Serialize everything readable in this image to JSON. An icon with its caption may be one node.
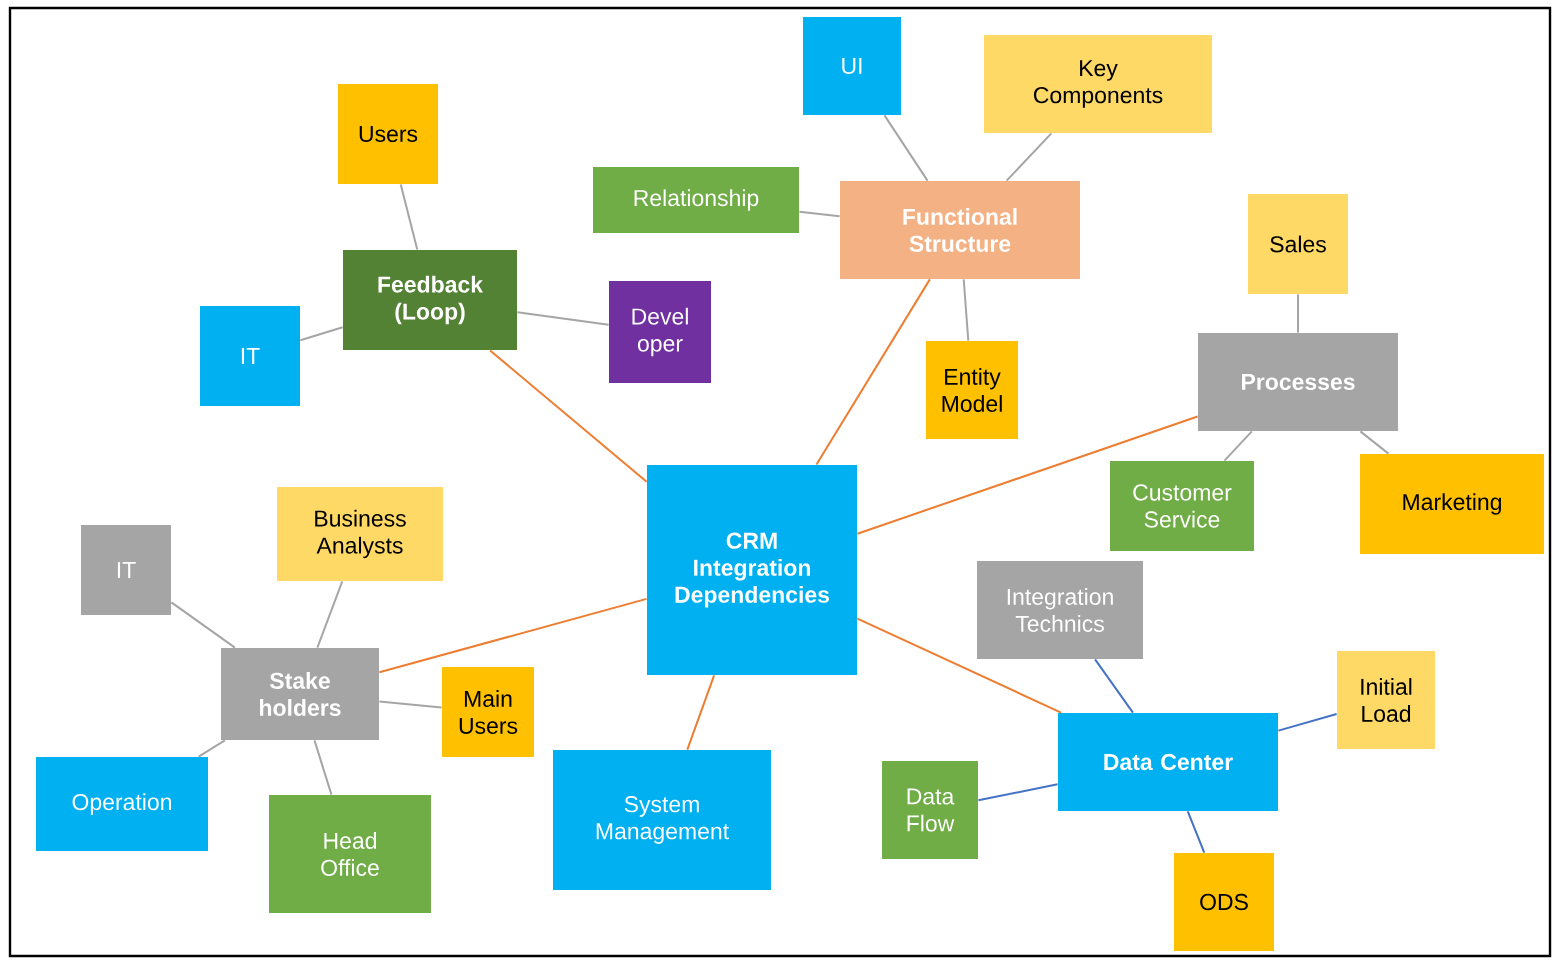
{
  "diagram": {
    "nodes": [
      {
        "text": [
          "CRM Integration Dependencies"
        ]
      },
      {
        "text": [
          "Feedback (Loop)"
        ]
      },
      {
        "text": [
          "Users"
        ]
      },
      {
        "text": [
          "IT"
        ]
      },
      {
        "text": [
          "Devel oper"
        ]
      },
      {
        "text": [
          "Functional Structure"
        ]
      },
      {
        "text": [
          "UI"
        ]
      },
      {
        "text": [
          "Key Components"
        ]
      },
      {
        "text": [
          "Relationship"
        ]
      },
      {
        "text": [
          "Entity Model"
        ]
      },
      {
        "text": [
          "Processes"
        ]
      },
      {
        "text": [
          "Sales"
        ]
      },
      {
        "text": [
          "Customer Service"
        ]
      },
      {
        "text": [
          "Marketing"
        ]
      },
      {
        "text": [
          "Stake holders"
        ]
      },
      {
        "text": [
          "IT"
        ]
      },
      {
        "text": [
          "Business Analysts"
        ]
      },
      {
        "text": [
          "Main Users"
        ]
      },
      {
        "text": [
          "Operation"
        ]
      },
      {
        "text": [
          "Head Office"
        ]
      },
      {
        "text": [
          "System Management"
        ]
      },
      {
        "text": [
          "Data Center"
        ]
      },
      {
        "text": [
          "Integration Technics"
        ]
      },
      {
        "text": [
          "Initial Load"
        ]
      },
      {
        "text": [
          "Data Flow"
        ]
      },
      {
        "text": [
          "ODS"
        ]
      }
    ],
    "edges": [
      {
        "from": 0,
        "to": 1,
        "arrow": "none",
        "color": "#ed7d31"
      },
      {
        "from": 0,
        "to": 5,
        "arrow": "none",
        "color": "#ed7d31"
      },
      {
        "from": 0,
        "to": 10,
        "arrow": "none",
        "color": "#ed7d31"
      },
      {
        "from": 0,
        "to": 14,
        "arrow": "none",
        "color": "#ed7d31"
      },
      {
        "from": 0,
        "to": 20,
        "arrow": "none",
        "color": "#ed7d31"
      },
      {
        "from": 0,
        "to": 21,
        "arrow": "none",
        "color": "#ed7d31"
      },
      {
        "from": 1,
        "to": 2,
        "arrow": "none"
      },
      {
        "from": 1,
        "to": 3,
        "arrow": "none"
      },
      {
        "from": 1,
        "to": 4,
        "arrow": "none"
      },
      {
        "from": 5,
        "to": 6,
        "arrow": "none"
      },
      {
        "from": 5,
        "to": 7,
        "arrow": "none"
      },
      {
        "from": 5,
        "to": 8,
        "arrow": "none"
      },
      {
        "from": 5,
        "to": 9,
        "arrow": "none"
      },
      {
        "from": 10,
        "to": 11,
        "arrow": "none"
      },
      {
        "from": 10,
        "to": 12,
        "arrow": "none"
      },
      {
        "from": 10,
        "to": 13,
        "arrow": "none"
      },
      {
        "from": 14,
        "to": 15,
        "arrow": "none"
      },
      {
        "from": 14,
        "to": 16,
        "arrow": "none"
      },
      {
        "from": 14,
        "to": 17,
        "arrow": "none"
      },
      {
        "from": 14,
        "to": 18,
        "arrow": "none"
      },
      {
        "from": 14,
        "to": 19,
        "arrow": "none"
      },
      {
        "from": 21,
        "to": 22,
        "arrow": "none",
        "color": "#4472c4"
      },
      {
        "from": 21,
        "to": 23,
        "arrow": "none",
        "color": "#4472c4"
      },
      {
        "from": 21,
        "to": 24,
        "arrow": "none",
        "color": "#4472c4"
      },
      {
        "from": 21,
        "to": 25,
        "arrow": "none",
        "color": "#4472c4"
      }
    ]
  }
}
